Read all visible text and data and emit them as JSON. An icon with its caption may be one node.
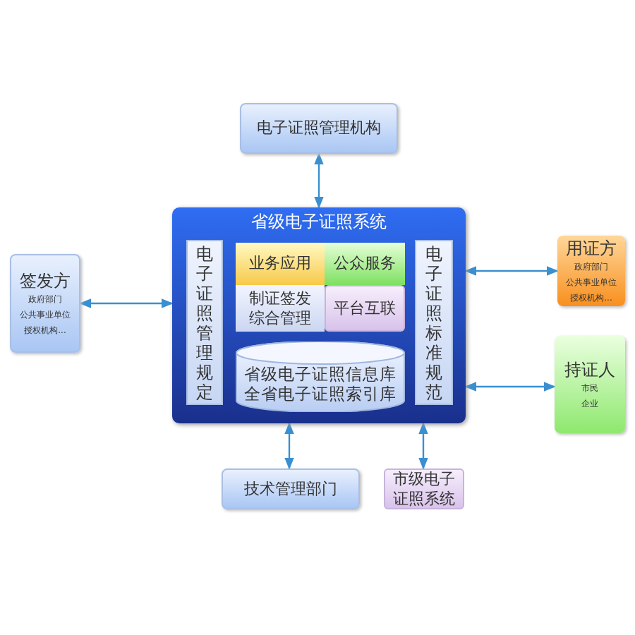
{
  "diagram": {
    "nodes": [
      {
        "text": [
          "电子证照管理机构"
        ]
      },
      {
        "text": [
          "省级电子证照系统"
        ]
      },
      {
        "text": [
          "电子证照管理规定"
        ],
        "in": 1
      },
      {
        "text": [
          "业务应用"
        ],
        "in": 1
      },
      {
        "text": [
          "公众服务"
        ],
        "in": 1
      },
      {
        "text": [
          "制证签发综合管理"
        ],
        "in": 1
      },
      {
        "text": [
          "平台互联"
        ],
        "in": 1
      },
      {
        "text": [
          "省级电子证照信息库",
          "全省电子证照索引库"
        ],
        "in": 1
      },
      {
        "text": [
          "电子证照标准规范"
        ],
        "in": 1
      },
      {
        "text": [
          "签发方",
          "政府部门",
          "公共事业单位",
          "授权机构..."
        ]
      },
      {
        "text": [
          "用证方",
          "政府部门",
          "公共事业单位",
          "授权机构..."
        ]
      },
      {
        "text": [
          "持证人",
          "市民",
          "企业"
        ]
      },
      {
        "text": [
          "技术管理部门"
        ]
      },
      {
        "text": [
          "市级电子证照系统"
        ]
      }
    ],
    "edges": [
      {
        "from": 0,
        "to": 1,
        "arrow": "both"
      },
      {
        "from": 9,
        "to": 1,
        "arrow": "both"
      },
      {
        "from": 1,
        "to": 10,
        "arrow": "both"
      },
      {
        "from": 1,
        "to": 11,
        "arrow": "both"
      },
      {
        "from": 1,
        "to": 12,
        "arrow": "both"
      },
      {
        "from": 1,
        "to": 13,
        "arrow": "both"
      }
    ]
  }
}
